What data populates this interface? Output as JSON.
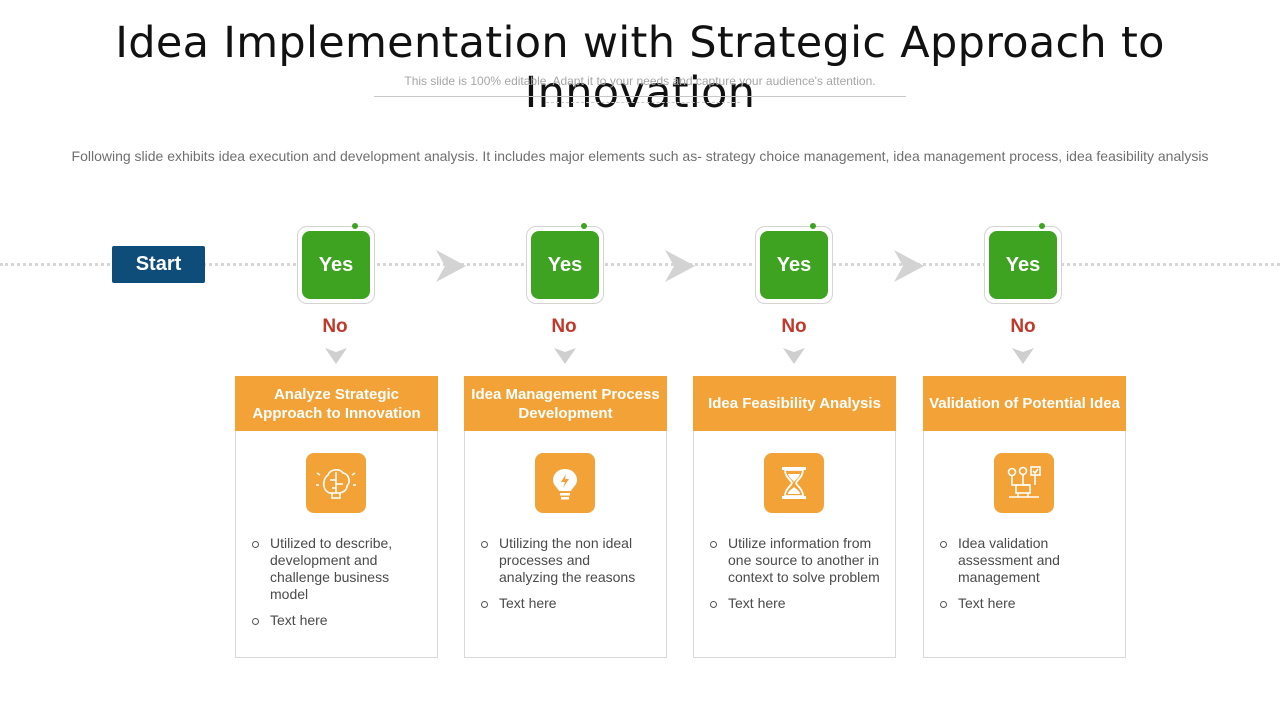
{
  "title": "Idea Implementation with Strategic Approach to Innovation",
  "subtitle": "This slide is 100% editable. Adapt it to your needs and capture your audience's attention.",
  "intro": "Following slide exhibits idea execution and development analysis. It includes major elements such as- strategy choice management, idea management process, idea feasibility analysis",
  "start_label": "Start",
  "steps": [
    {
      "yes": "Yes",
      "no": "No",
      "heading": "Analyze Strategic Approach to Innovation",
      "icon": "brain-bulb-icon",
      "bullets": [
        "Utilized to describe, development and challenge business model",
        "Text here"
      ]
    },
    {
      "yes": "Yes",
      "no": "No",
      "heading": "Idea Management Process Development",
      "icon": "lightbulb-icon",
      "bullets": [
        "Utilizing the non ideal processes and analyzing the reasons",
        "Text here"
      ]
    },
    {
      "yes": "Yes",
      "no": "No",
      "heading": "Idea Feasibility Analysis",
      "icon": "hourglass-icon",
      "bullets": [
        "Utilize information from one source to another in context to solve problem",
        "Text here"
      ]
    },
    {
      "yes": "Yes",
      "no": "No",
      "heading": "Validation of Potential Idea",
      "icon": "idea-validation-icon",
      "bullets": [
        "Idea validation assessment and management",
        "Text here"
      ]
    }
  ],
  "colors": {
    "start": "#0e4c7a",
    "yes": "#3ea320",
    "no": "#c0392b",
    "card_header": "#f2a236"
  }
}
